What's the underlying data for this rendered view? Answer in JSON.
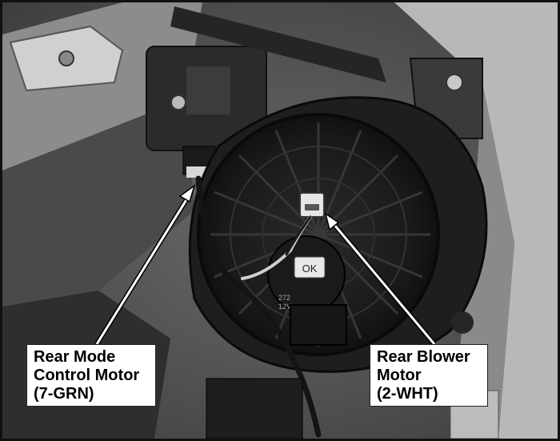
{
  "callouts": {
    "left": {
      "lines": [
        "Rear Mode",
        "Control Motor",
        "(7-GRN)"
      ]
    },
    "right": {
      "lines": [
        "Rear Blower",
        "Motor",
        "(2-WHT)"
      ]
    }
  },
  "photo_labels": {
    "motor_label": "OK",
    "motor_code": "272",
    "motor_voltage": "12V"
  },
  "colors": {
    "background": "#5e5e5e",
    "callout_bg": "#ffffff",
    "arrow": "#ffffff",
    "arrow_outline": "#000000"
  }
}
